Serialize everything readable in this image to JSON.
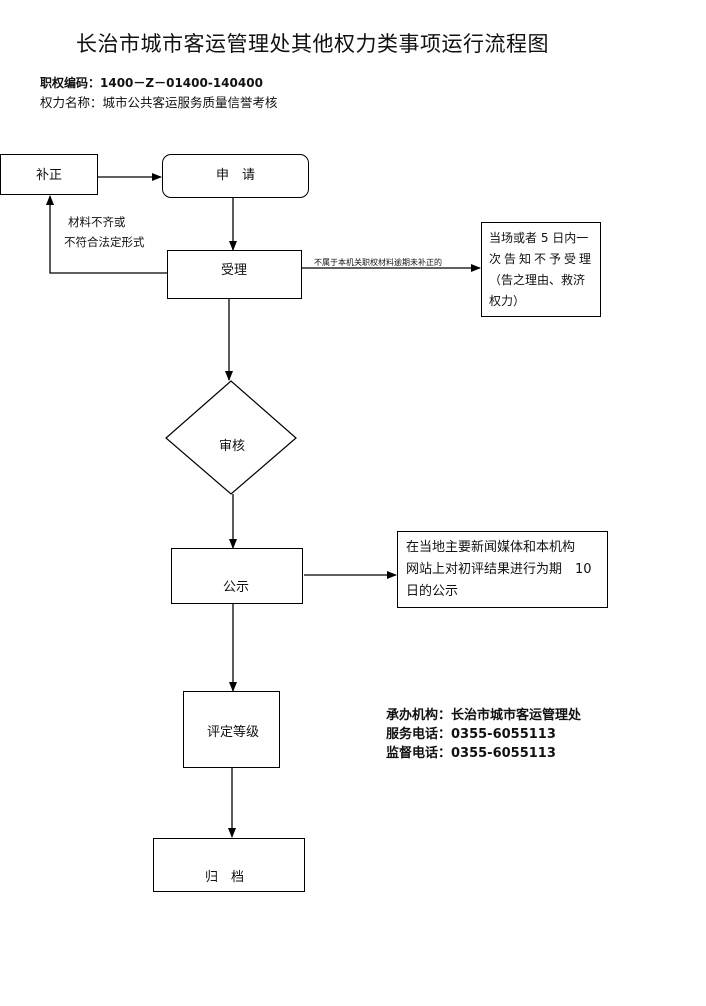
{
  "title": "长治市城市客运管理处其他权力类事项运行流程图",
  "meta": {
    "code_line": "职权编码：1400－Z－01400-140400",
    "name_line": "权力名称：城市公共客运服务质量信誉考核"
  },
  "nodes": {
    "buzheng": "补正",
    "shenqing": "申　请",
    "shouli": "受理",
    "shenhe": "审核",
    "gongshi": "公示",
    "pingding": "评定等级",
    "guidang": "归　档",
    "notice_line1": "当场或者 5 日内一",
    "notice_line2": "次告知不予受理",
    "notice_line3": "（告之理由、救济",
    "notice_line4": "权力）",
    "publish_line1": "在当地主要新闻媒体和本机构",
    "publish_line2": "网站上对初评结果进行为期　10",
    "publish_line3": "日的公示"
  },
  "edge_labels": {
    "incomplete_line1": "材料不齐或",
    "incomplete_line2": "不符合法定形式",
    "reject": "不属于本机关职权材料逾期未补正的"
  },
  "contact": {
    "agency": "承办机构：长治市城市客运管理处",
    "service_phone": "服务电话：0355-6055113",
    "supervision_phone": "监督电话：0355-6055113"
  }
}
